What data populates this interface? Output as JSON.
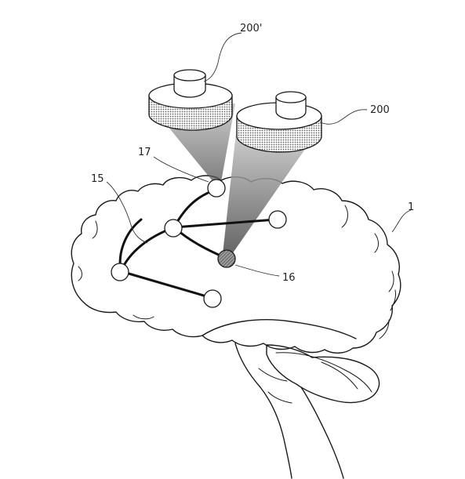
{
  "labels": {
    "device_primary": "200'",
    "device_secondary": "200",
    "brain": "1",
    "network": "15",
    "target_region": "16",
    "stimulated_node": "17"
  },
  "colors": {
    "line": "#1a1a1a",
    "background": "#ffffff"
  }
}
